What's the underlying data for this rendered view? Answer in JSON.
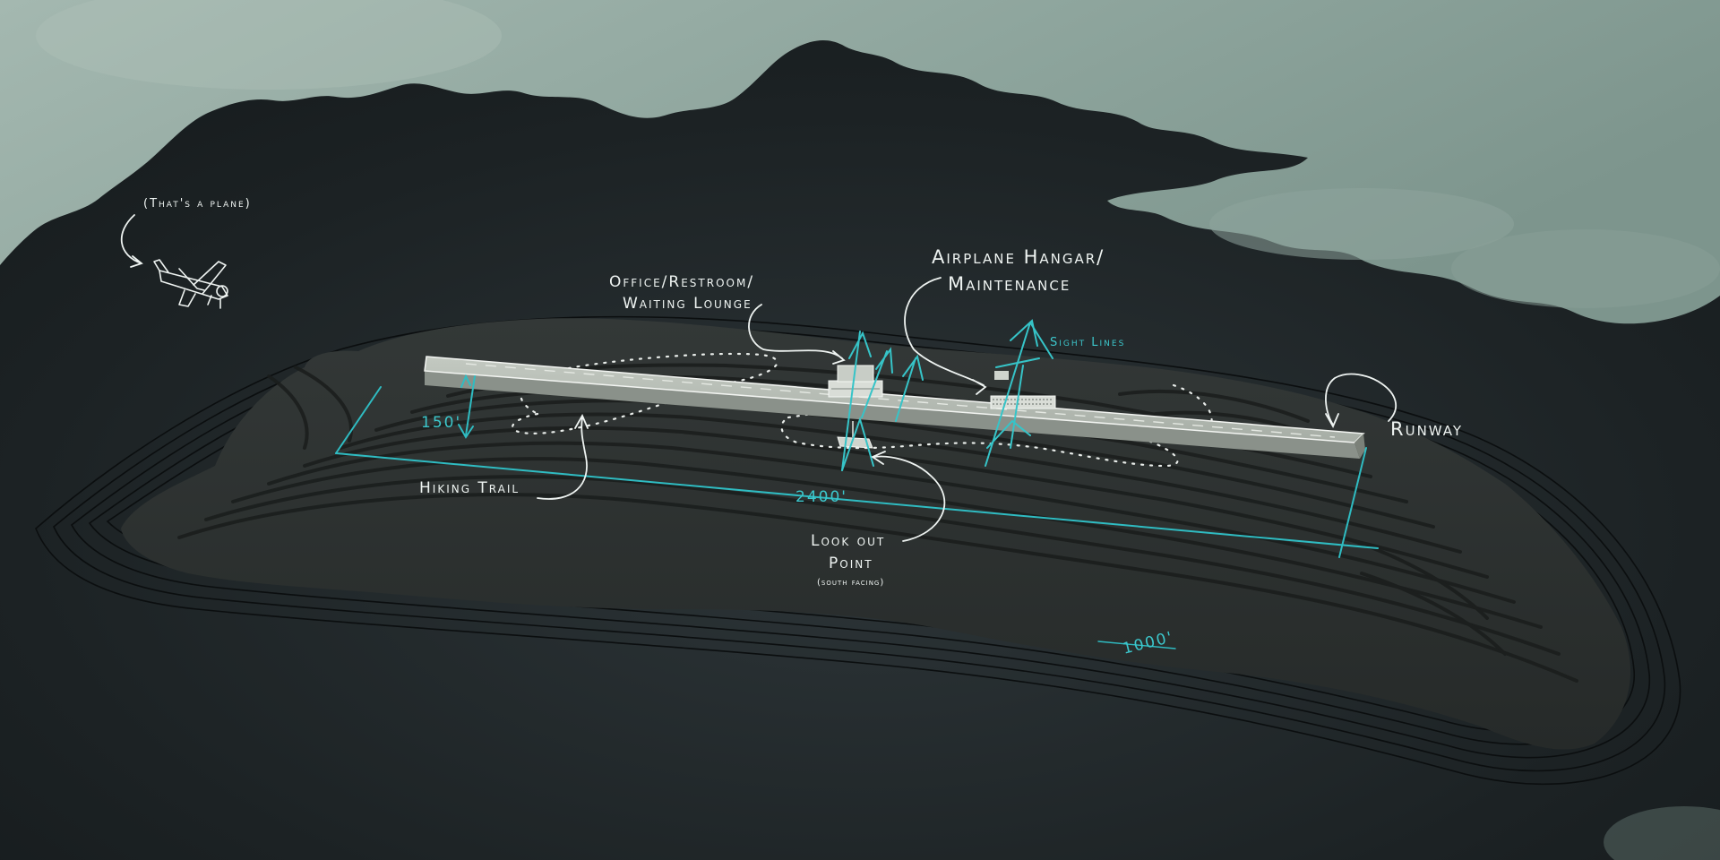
{
  "labels": {
    "plane": "(That's a plane)",
    "office_line1": "Office/Restroom/",
    "office_line2": "Waiting Lounge",
    "hangar_line1": "Airplane Hangar/",
    "hangar_line2": "Maintenance",
    "sight_lines": "Sight Lines",
    "runway": "Runway",
    "hiking_trail": "Hiking Trail",
    "lookout_line1": "Look out",
    "lookout_line2": "Point",
    "lookout_line3": "(south facing)"
  },
  "dimensions": {
    "height": "150'",
    "runway_length": "2400'",
    "island_width": "1000'"
  },
  "colors": {
    "background_water": "#1f2628",
    "mist": "#9fb3ab",
    "island": "#2a2e2d",
    "runway": "#b4bbb3",
    "annotation": "#eef3f1",
    "dimension": "#3cc7cc"
  }
}
